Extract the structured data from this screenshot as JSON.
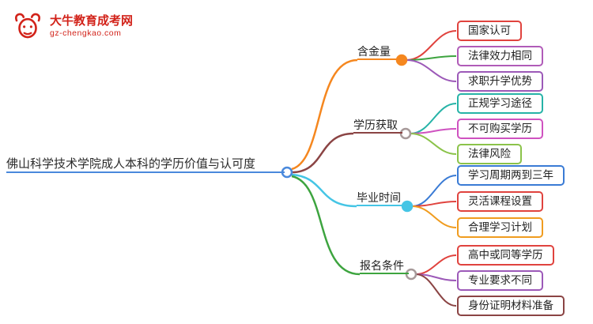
{
  "logo": {
    "title": "大牛教育成考网",
    "url": "gz-chengkao.com",
    "color": "#d2231a"
  },
  "central": {
    "label": "佛山科学技术学院成人本科的学历价值与认可度",
    "color": "#4a89dc"
  },
  "branches": [
    {
      "label": "含金量",
      "color": "#f5871f",
      "circle": {
        "fill": "#f5871f",
        "stroke": "#f5871f"
      },
      "children": [
        {
          "label": "国家认可",
          "color": "#e0433e",
          "edge": "#e0433e"
        },
        {
          "label": "法律效力相同",
          "color": "#b05bb8",
          "edge": "#3da43f"
        },
        {
          "label": "求职升学优势",
          "color": "#9c59b8",
          "edge": "#9c59b8"
        }
      ]
    },
    {
      "label": "学历获取",
      "color": "#8b4444",
      "circle": {
        "fill": "#ffffff",
        "stroke": "#a79a9a"
      },
      "children": [
        {
          "label": "正规学习途径",
          "color": "#26b3a7",
          "edge": "#26b3a7"
        },
        {
          "label": "不可购买学历",
          "color": "#cf52c0",
          "edge": "#cf52c0"
        },
        {
          "label": "法律风险",
          "color": "#8bc34a",
          "edge": "#8bc34a"
        }
      ]
    },
    {
      "label": "毕业时间",
      "color": "#45c5e5",
      "circle": {
        "fill": "#45c5e5",
        "stroke": "#45c5e5"
      },
      "children": [
        {
          "label": "学习周期两到三年",
          "color": "#3a7bd5",
          "edge": "#3a7bd5"
        },
        {
          "label": "灵活课程设置",
          "color": "#e0433e",
          "edge": "#e0433e"
        },
        {
          "label": "合理学习计划",
          "color": "#f09c1f",
          "edge": "#f09c1f"
        }
      ]
    },
    {
      "label": "报名条件",
      "color": "#3da43f",
      "circle": {
        "fill": "#ffffff",
        "stroke": "#a79a9a"
      },
      "children": [
        {
          "label": "高中或同等学历",
          "color": "#e0433e",
          "edge": "#e0433e"
        },
        {
          "label": "专业要求不同",
          "color": "#9c59b8",
          "edge": "#9c59b8"
        },
        {
          "label": "身份证明材料准备",
          "color": "#8b4444",
          "edge": "#8b4444"
        }
      ]
    }
  ]
}
